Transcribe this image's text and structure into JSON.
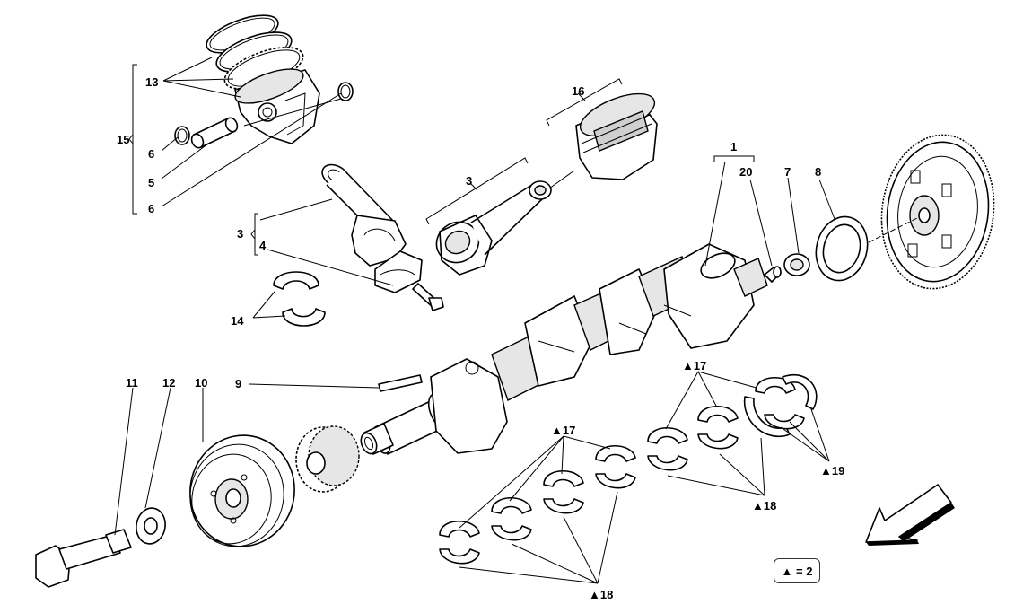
{
  "callouts": {
    "c1": "1",
    "c3a": "3",
    "c3b": "3",
    "c4": "4",
    "c5": "5",
    "c6a": "6",
    "c6b": "6",
    "c7": "7",
    "c8": "8",
    "c9": "9",
    "c10": "10",
    "c11": "11",
    "c12": "12",
    "c13": "13",
    "c14": "14",
    "c15": "15",
    "c16": "16",
    "c20": "20",
    "c17a": "▲17",
    "c17b": "▲17",
    "c18a": "▲18",
    "c18b": "▲18",
    "c19": "▲19"
  },
  "legend": "▲ = 2",
  "icons": {
    "direction": "arrow-icon"
  }
}
